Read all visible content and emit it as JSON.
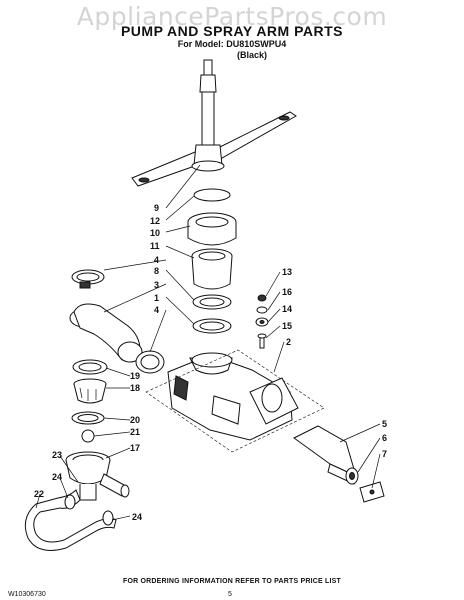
{
  "watermark": "AppliancePartsPros.com",
  "header": {
    "title": "PUMP AND SPRAY ARM PARTS",
    "model": "For Model: DU810SWPU4",
    "color": "(Black)"
  },
  "callouts": {
    "c9": "9",
    "c12": "12",
    "c10": "10",
    "c11": "11",
    "c4a": "4",
    "c8": "8",
    "c3": "3",
    "c1": "1",
    "c4b": "4",
    "c13": "13",
    "c16": "16",
    "c14": "14",
    "c15": "15",
    "c2": "2",
    "c19": "19",
    "c18": "18",
    "c20": "20",
    "c21": "21",
    "c17": "17",
    "c23": "23",
    "c24a": "24",
    "c22": "22",
    "c24b": "24",
    "c5": "5",
    "c6": "6",
    "c7": "7"
  },
  "footer": {
    "note": "FOR ORDERING INFORMATION REFER TO PARTS PRICE LIST",
    "doc_id": "W10306730",
    "page": "5"
  }
}
